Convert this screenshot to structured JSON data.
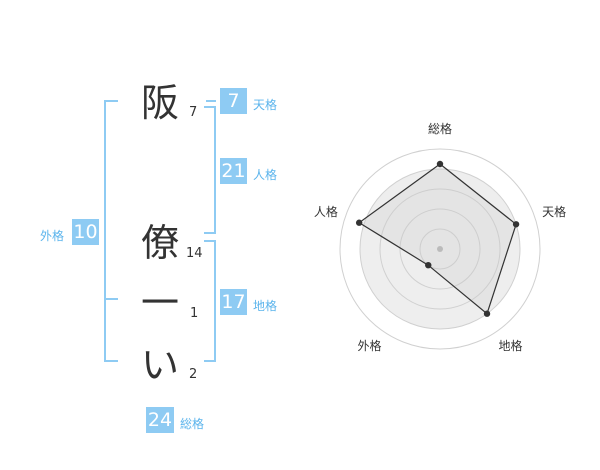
{
  "name": {
    "characters": [
      {
        "char": "阪",
        "strokes": "7"
      },
      {
        "char": "僚",
        "strokes": "14"
      },
      {
        "char": "一",
        "strokes": "1"
      },
      {
        "char": "い",
        "strokes": "2"
      }
    ]
  },
  "kakusu": {
    "tenkaku": {
      "label": "天格",
      "value": "7"
    },
    "jinkaku": {
      "label": "人格",
      "value": "21"
    },
    "chikaku": {
      "label": "地格",
      "value": "17"
    },
    "gaikaku": {
      "label": "外格",
      "value": "10"
    },
    "soukaku": {
      "label": "総格",
      "value": "24"
    }
  },
  "radar": {
    "axes": [
      "総格",
      "天格",
      "地格",
      "外格",
      "人格"
    ],
    "values": [
      0.85,
      0.8,
      0.8,
      0.2,
      0.85
    ],
    "levels": 5,
    "colors": {
      "ring": "#d0d0d0",
      "fill": "#eeeeee",
      "line": "#333333",
      "center": "#bbbbbb"
    }
  },
  "colors": {
    "accent": "#8ecbf3",
    "label": "#5bb4ec"
  }
}
